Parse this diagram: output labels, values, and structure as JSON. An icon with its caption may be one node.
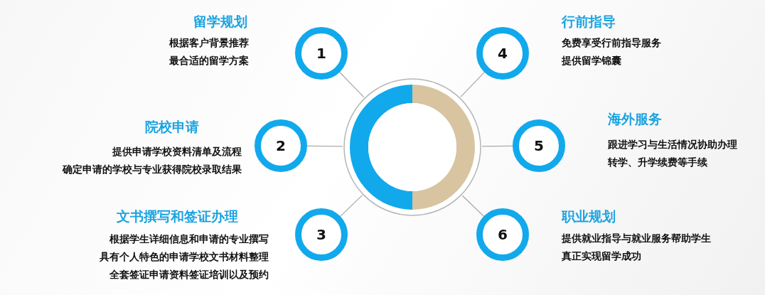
{
  "diagram": {
    "nodes": [
      {
        "text": [],
        "shape": "circle"
      },
      {
        "text": [
          "1"
        ],
        "beside": [
          "留学规划",
          "根据客户背景推荐",
          "最合适的留学方案"
        ]
      },
      {
        "text": [
          "2"
        ],
        "beside": [
          "院校申请",
          "提供申请学校资料清单及流程",
          "确定申请的学校与专业获得院校录取结果"
        ]
      },
      {
        "text": [
          "3"
        ],
        "beside": [
          "文书撰写和签证办理",
          "根据学生详细信息和申请的专业撰写",
          "具有个人特色的申请学校文书材料整理",
          "全套签证申请资料签证培训以及预约"
        ]
      },
      {
        "text": [
          "4"
        ],
        "beside": [
          "行前指导",
          "免费享受行前指导服务",
          "提供留学锦囊"
        ]
      },
      {
        "text": [
          "5"
        ],
        "beside": [
          "海外服务",
          "跟进学习与生活情况协助办理",
          "转学、升学续费等手续"
        ]
      },
      {
        "text": [
          "6"
        ],
        "beside": [
          "职业规划",
          "提供就业指导与就业服务帮助学生",
          "真正实现留学成功"
        ]
      }
    ],
    "edges": [
      {
        "from": 0,
        "to": 1,
        "arrow": "none"
      },
      {
        "from": 0,
        "to": 2,
        "arrow": "none"
      },
      {
        "from": 0,
        "to": 3,
        "arrow": "none"
      },
      {
        "from": 0,
        "to": 4,
        "arrow": "none"
      },
      {
        "from": 0,
        "to": 5,
        "arrow": "none"
      },
      {
        "from": 0,
        "to": 6,
        "arrow": "none"
      }
    ]
  }
}
